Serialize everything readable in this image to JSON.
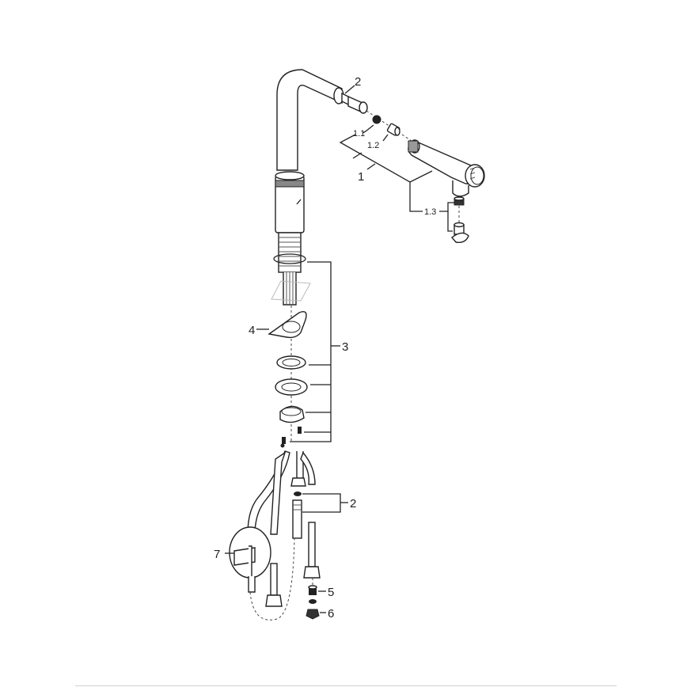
{
  "diagram": {
    "type": "exploded-parts-diagram",
    "subject": "pull-out kitchen faucet",
    "callouts": [
      {
        "id": "c2_top",
        "label": "2"
      },
      {
        "id": "c1_1",
        "label": "1.1"
      },
      {
        "id": "c1_2",
        "label": "1.2"
      },
      {
        "id": "c1",
        "label": "1"
      },
      {
        "id": "c1_3",
        "label": "1.3"
      },
      {
        "id": "c3",
        "label": "3"
      },
      {
        "id": "c4",
        "label": "4"
      },
      {
        "id": "c2_bottom",
        "label": "2"
      },
      {
        "id": "c7",
        "label": "7"
      },
      {
        "id": "c5",
        "label": "5"
      },
      {
        "id": "c6",
        "label": "6"
      }
    ],
    "colors": {
      "line": "#222222",
      "background": "#ffffff",
      "rule": "#d0d0d0"
    }
  }
}
